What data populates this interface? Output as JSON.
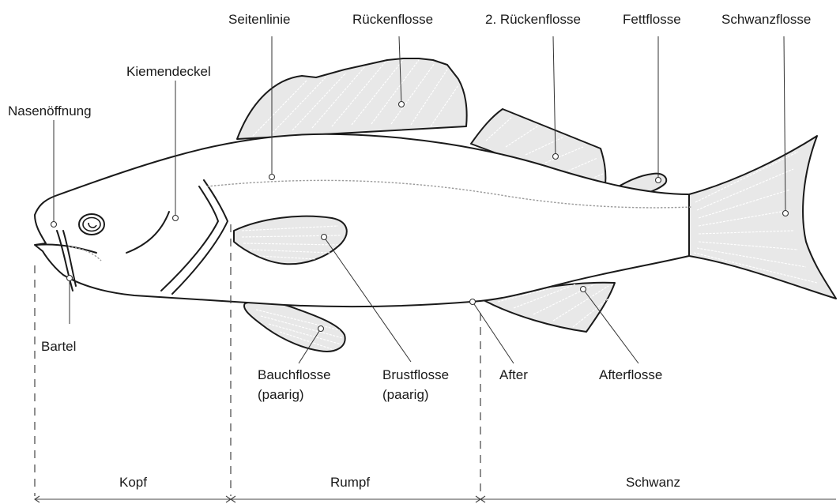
{
  "parts": {
    "nasenoeffnung": "Nasenöffnung",
    "kiemendeckel": "Kiemendeckel",
    "seitenlinie": "Seitenlinie",
    "rueckenflosse": "Rückenflosse",
    "rueckenflosse2": "2. Rückenflosse",
    "fettflosse": "Fettflosse",
    "schwanzflosse": "Schwanzflosse",
    "bartel": "Bartel",
    "bauchflosse": [
      "Bauchflosse",
      "(paarig)"
    ],
    "brustflosse": [
      "Brustflosse",
      "(paarig)"
    ],
    "after": "After",
    "afterflosse": "Afterflosse"
  },
  "regions": {
    "kopf": "Kopf",
    "rumpf": "Rumpf",
    "schwanz": "Schwanz"
  },
  "colors": {
    "line": "#1a1a1a",
    "fin_fill": "#e8e8e8",
    "lateral_line": "#9a9a9a"
  }
}
